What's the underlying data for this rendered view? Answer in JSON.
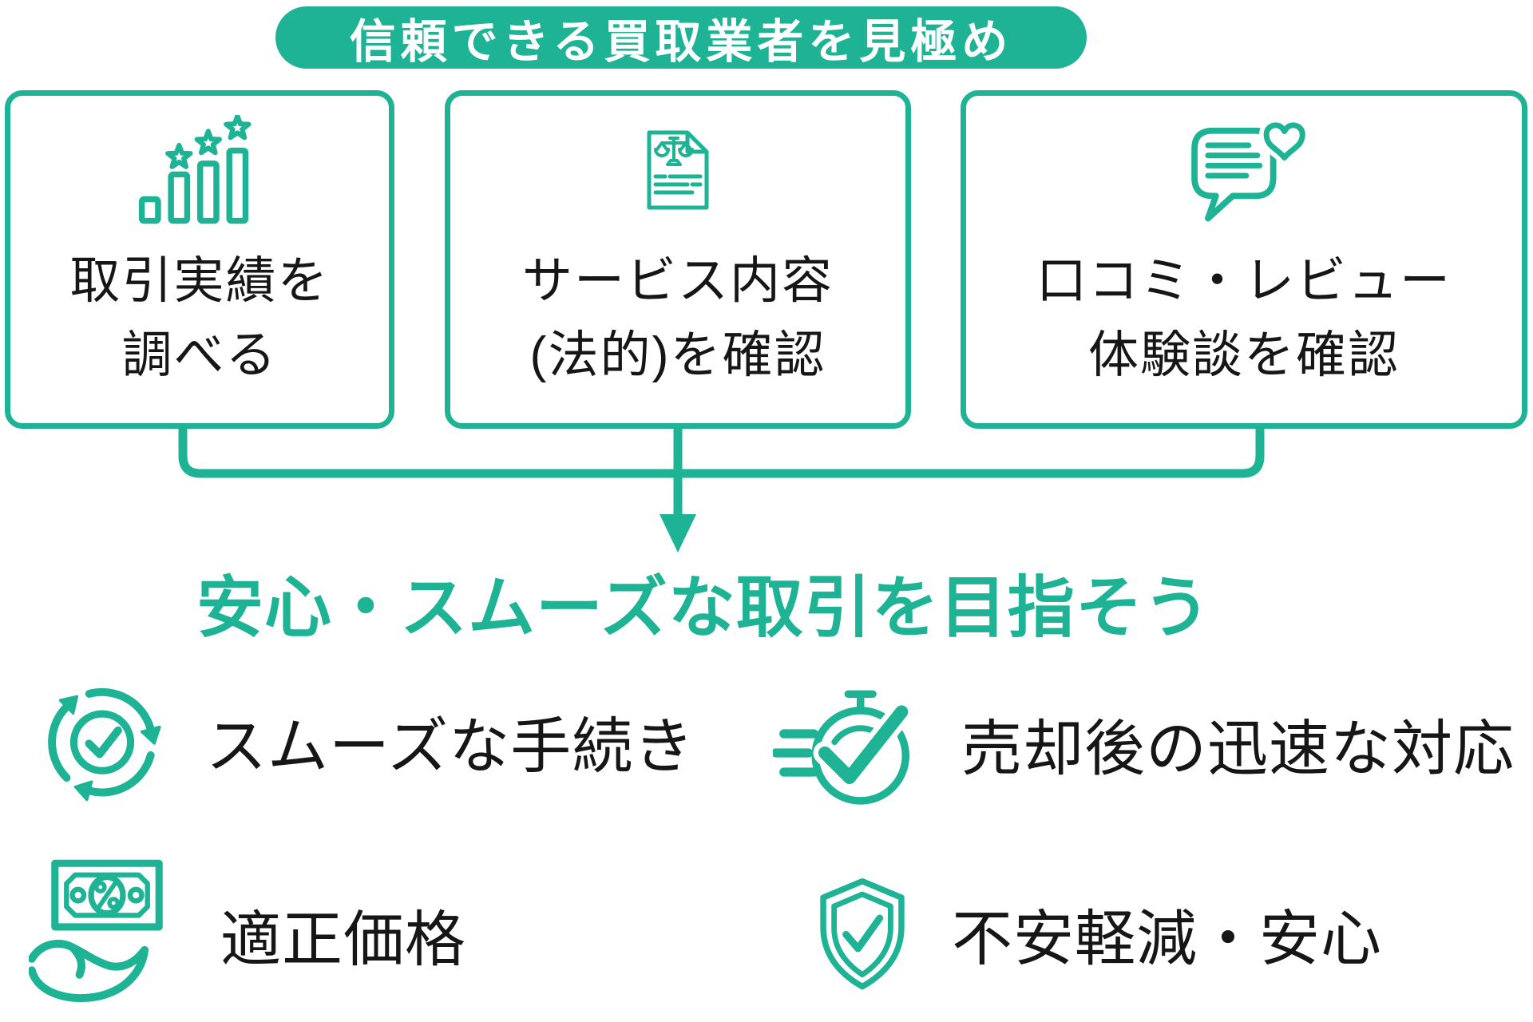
{
  "colors": {
    "green": "#1DB394",
    "text": "#161616",
    "background": "#FFFFFF"
  },
  "banner": {
    "label": "信頼できる買取業者を見極め"
  },
  "steps": [
    {
      "icon": "performance-chart-stars-icon",
      "lines": [
        "取引実績を",
        "調べる"
      ]
    },
    {
      "icon": "legal-document-scales-icon",
      "lines": [
        "サービス内容",
        "(法的)を確認"
      ]
    },
    {
      "icon": "review-speech-bubble-heart-icon",
      "lines": [
        "口コミ・レビュー",
        "体験談を確認"
      ]
    }
  ],
  "flow": {
    "heading": "安心・スムーズな取引を目指そう"
  },
  "benefits": [
    {
      "icon": "cycle-check-icon",
      "label": "スムーズな手続き"
    },
    {
      "icon": "stopwatch-check-icon",
      "label": "売却後の迅速な対応"
    },
    {
      "icon": "banknote-hand-icon",
      "label": "適正価格"
    },
    {
      "icon": "shield-check-icon",
      "label": "不安軽減・安心"
    }
  ]
}
